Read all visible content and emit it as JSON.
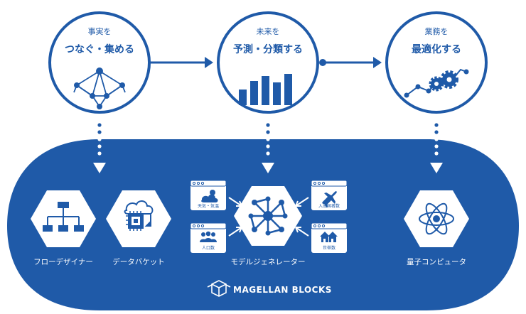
{
  "colors": {
    "primary": "#1f5aa8",
    "band": "#1f5aa8",
    "white": "#ffffff"
  },
  "steps": [
    {
      "small": "事実を",
      "big": "つなぐ・集める",
      "icon": "network-graph-icon"
    },
    {
      "small": "未来を",
      "big": "予測・分類する",
      "icon": "bar-chart-icon"
    },
    {
      "small": "業務を",
      "big": "最適化する",
      "icon": "gears-trend-icon"
    }
  ],
  "blocks": [
    {
      "label": "フローデザイナー",
      "icon": "flowchart-icon"
    },
    {
      "label": "データバケット",
      "icon": "cloud-chip-icon"
    },
    {
      "label": "モデルジェネレーター",
      "icon": "neural-network-icon"
    },
    {
      "label": "量子コンピュータ",
      "icon": "atom-icon"
    }
  ],
  "inputs": [
    {
      "label": "天気・気温",
      "icon": "weather-icon"
    },
    {
      "label": "入出国者数",
      "icon": "airplane-icon"
    },
    {
      "label": "人口数",
      "icon": "people-icon"
    },
    {
      "label": "世帯数",
      "icon": "houses-icon"
    }
  ],
  "brand": {
    "name": "MAGELLAN BLOCKS"
  }
}
